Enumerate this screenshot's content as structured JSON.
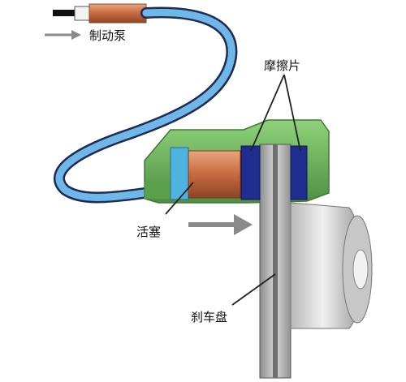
{
  "labels": {
    "master_cylinder": "制动泵",
    "brake_pads": "摩擦片",
    "piston": "活塞",
    "brake_disc": "刹车盘"
  },
  "colors": {
    "hose": "#6fb7e6",
    "hose_outline": "#1e2b55",
    "caliper": "#7fbf69",
    "caliper_dark": "#4f8f43",
    "piston": "#c76a3f",
    "pad": "#1f2d8f",
    "seal": "#4fb3e2",
    "disc": "#b9b9b9",
    "hub": "#cfcfcf",
    "arrow": "#8a8a8a"
  },
  "icons": {
    "flow_arrow": "arrow-right-icon",
    "force_arrow": "arrow-right-icon"
  }
}
